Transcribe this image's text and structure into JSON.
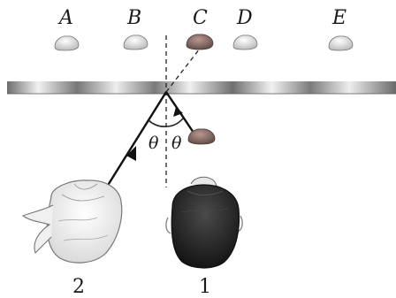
{
  "labels": {
    "objects": [
      "A",
      "B",
      "C",
      "D",
      "E"
    ],
    "angle_left": "θ",
    "angle_right": "θ",
    "observer_left": "2",
    "observer_right": "1"
  },
  "colors": {
    "pebble_light": "#d9d9d9",
    "pebble_dark": "#8a6e6a",
    "ray": "#111111",
    "mirror_dark": "#6d6d6d",
    "mirror_light": "#f2f2f2",
    "hair_dark": "#1f1f1f",
    "hair_light": "#f4f4f4"
  },
  "icons": {
    "pebble": "pebble-icon",
    "mirror": "mirror-surface",
    "head_left": "head-top-view-light-hair",
    "head_right": "head-top-view-dark-hair"
  }
}
